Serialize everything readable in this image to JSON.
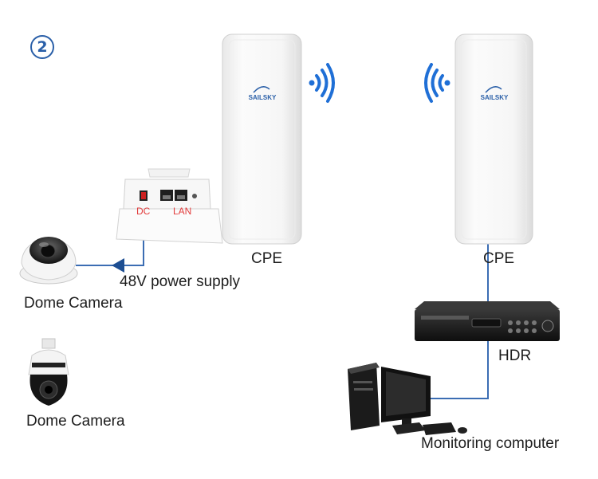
{
  "step_number": "2",
  "brand": {
    "logo_text": "SAILSKY"
  },
  "port_labels": {
    "dc": "DC",
    "lan": "LAN"
  },
  "labels": {
    "cpe_left": "CPE",
    "cpe_right": "CPE",
    "power_supply": "48V power supply",
    "dome_camera_1": "Dome Camera",
    "dome_camera_2": "Dome Camera",
    "recorder": "HDR",
    "monitoring": "Monitoring computer"
  },
  "colors": {
    "accent_blue": "#2a5fa8",
    "cable_blue": "#3b6db3",
    "signal_blue": "#1f6fd6",
    "port_red": "#e23b3b",
    "device_white": "#f6f6f6"
  },
  "icons": [
    "wifi-signal-icon",
    "dome-camera-icon",
    "ptz-camera-icon",
    "recorder-icon",
    "computer-icon"
  ]
}
